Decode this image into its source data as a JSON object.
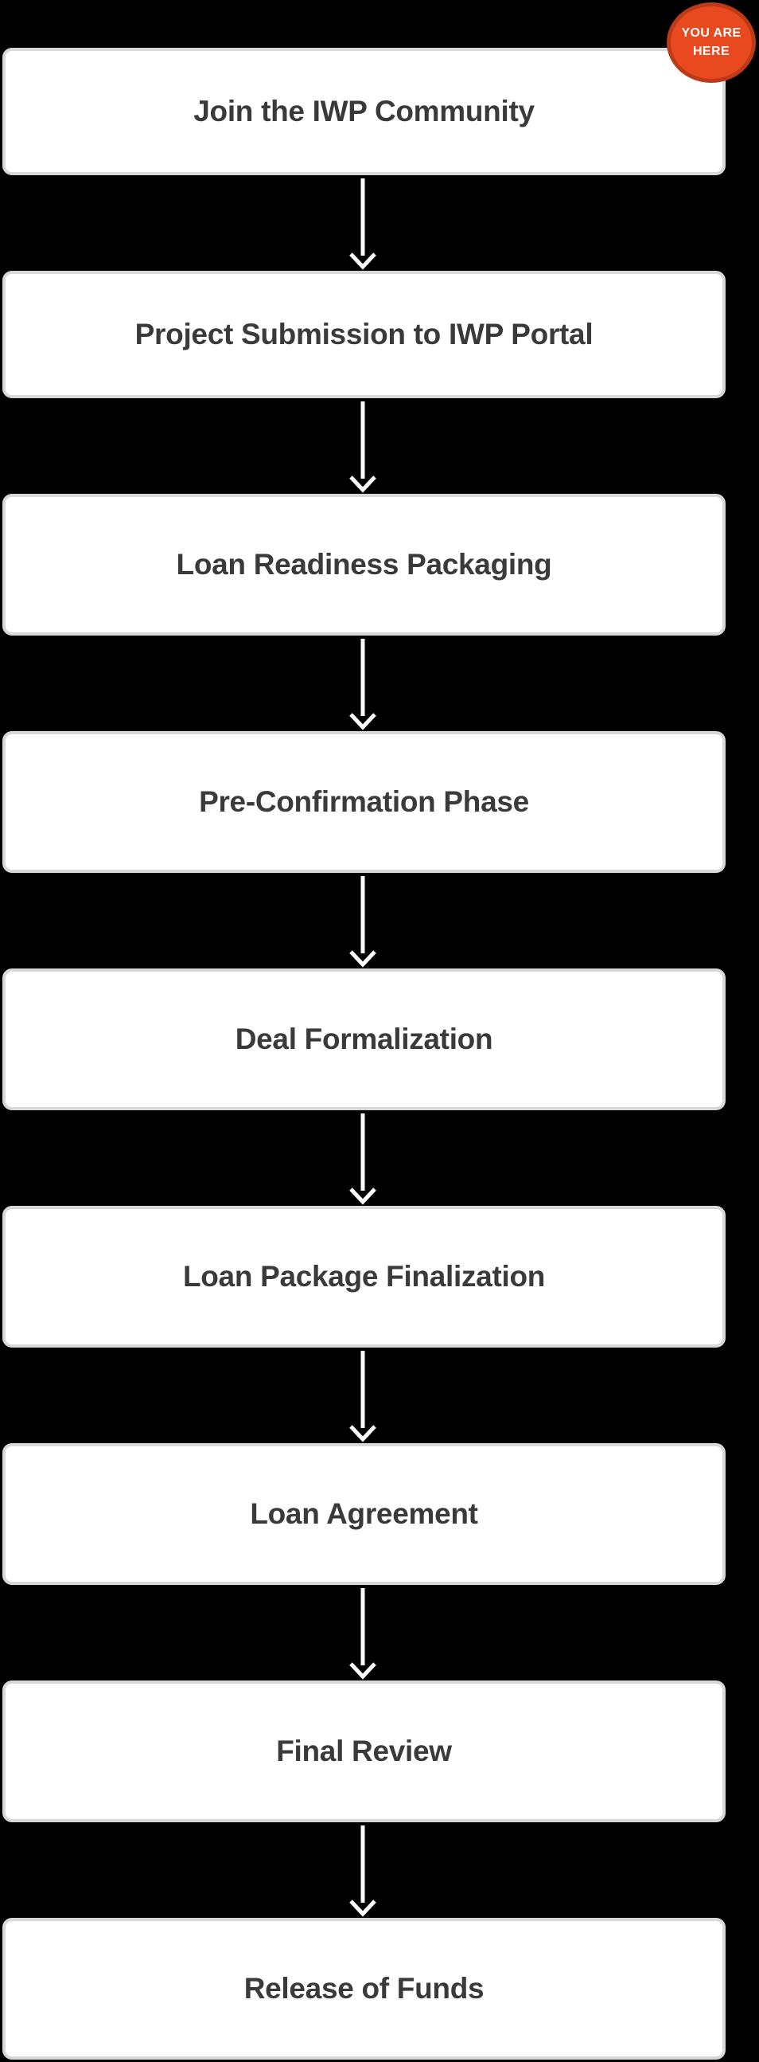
{
  "flow": {
    "title_hint": "IWP funding process flowchart",
    "steps": [
      {
        "label": "Join the IWP Community"
      },
      {
        "label": "Project Submission to IWP Portal"
      },
      {
        "label": "Loan Readiness Packaging"
      },
      {
        "label": "Pre-Confirmation Phase"
      },
      {
        "label": "Deal Formalization"
      },
      {
        "label": "Loan Package Finalization"
      },
      {
        "label": "Loan Agreement"
      },
      {
        "label": "Final Review"
      },
      {
        "label": "Release of Funds"
      }
    ]
  },
  "badge": {
    "line1": "YOU ARE",
    "line2": "HERE"
  },
  "colors": {
    "background": "#000000",
    "box_fill": "#ffffff",
    "box_border": "#d8d8d8",
    "box_text": "#3a3a3a",
    "arrow": "#ffffff",
    "badge_fill": "#e8491f",
    "badge_border": "#bc3a17",
    "badge_text": "#ffffff"
  }
}
